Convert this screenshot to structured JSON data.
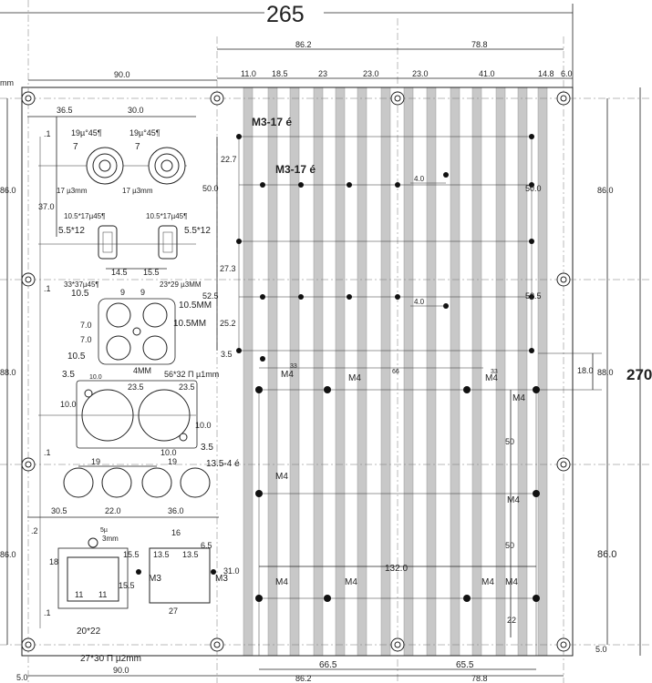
{
  "overall": {
    "width": "265",
    "height": "270"
  },
  "top_dims": {
    "left": "90.0",
    "fins_a": "86.2",
    "fins_b": "78.8",
    "edge_left": "mm",
    "segments": [
      "11.0",
      "18.5",
      "23",
      "23.0",
      "23.0",
      "41.0",
      "14.8",
      "6.0"
    ]
  },
  "bottom_dims": {
    "left": "90.0",
    "a": "86.2",
    "b": "78.8",
    "edge": "5.0"
  },
  "left_dims": {
    "small_top": "36.5",
    "small_mid": "30.0",
    "v_37": "37.0",
    "v_1": ".1",
    "left_86": "86.0",
    "left_88": "88.0",
    "left_86b": "86.0",
    "row_a": "30.5",
    "row_b": "22.0",
    "row_c": "36.0",
    "row_d": ".2"
  },
  "right_dims": {
    "r86": "86.0",
    "r88": "88.0",
    "r86b": "86.0",
    "r18": "18.0",
    "r5": "5.0"
  },
  "labels": {
    "jack_note": "19µ°45¶",
    "jack_size": "7",
    "jack_hole": "17 µ3mm",
    "slot_note": "10.5*17µ45¶",
    "slot_size": "5.5*12",
    "gap_145": "14.5",
    "gap_155": "15.5",
    "cluster_note": "33*37µ45¶",
    "cluster_note2": "23*29 µ3MM",
    "c105": "10.5",
    "c9a": "9",
    "c9b": "9",
    "c105mm": "10.5MM",
    "c70a": "7.0",
    "c70b": "7.0",
    "c105b": "10.5",
    "c105c": "10.5MM",
    "c4mm": "4MM",
    "h35a": "3.5",
    "h100": "10.0",
    "big_note": "56*32 Π µ1mm",
    "r235a": "23.5",
    "r235b": "23.5",
    "h100b": "10.0",
    "h100c": "10.0",
    "h35b": "3.5",
    "d19a": "19",
    "d19b": "19",
    "d135": "13.5-4 é",
    "b3mm": "3mm",
    "b5": "5µ",
    "b16": "16",
    "b155a": "15.5",
    "b155b": "15.5",
    "b135a": "13.5",
    "b135b": "13.5",
    "b65": "6.5",
    "b310": "31.0",
    "b18": "18",
    "b11a": "11",
    "b11b": "11",
    "b27": "27",
    "m3a": "M3",
    "m3b": "M3",
    "sq2022": "20*22",
    "sq2730": "27*30 Π µ2mm",
    "m317a": "M3-17 é",
    "m317b": "M3-17 é",
    "v227": "22.7",
    "v500": "50.0",
    "v273": "27.3",
    "v525": "52.5",
    "v252": "25.2",
    "v35": "3.5",
    "w40a": "4.0",
    "w40b": "4.0",
    "r500": "50.0",
    "r525": "52.5",
    "m4": "M4",
    "h66": "66",
    "h33a": "33",
    "h33b": "33",
    "v50a": "50",
    "v50b": "50",
    "v22": "22",
    "h1320": "132.0",
    "h665": "66.5",
    "h655": "65.5"
  }
}
